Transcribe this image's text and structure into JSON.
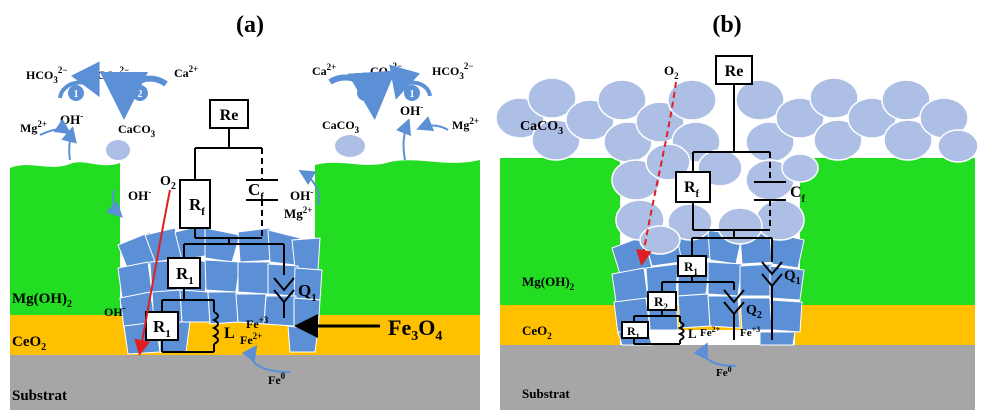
{
  "panel_a": {
    "title": "(a)",
    "hco3": "HCO",
    "co3": "CO",
    "ca": "Ca",
    "mg": "Mg",
    "oh": "OH",
    "caco3": "CaCO",
    "step1": "1",
    "step2": "2",
    "o2": "O",
    "re": "Re",
    "rf": "R",
    "cf": "C",
    "r1": "R",
    "q1": "Q",
    "l": "L",
    "fe3": "Fe",
    "fe2": "Fe",
    "fe0": "Fe",
    "fe3o4": "Fe",
    "mgoh2": "Mg(OH)",
    "ceo2": "CeO",
    "substrat": "Substrat"
  },
  "panel_b": {
    "title": "(b)",
    "o2": "O",
    "re": "Re",
    "caco3": "CaCO",
    "rf": "R",
    "cf": "C",
    "r1": "R",
    "r2": "R",
    "q1": "Q",
    "q2": "Q",
    "l": "L",
    "fe2": "Fe",
    "fe3": "Fe",
    "fe0": "Fe",
    "mgoh2": "Mg(OH)",
    "ceo2": "CeO",
    "substrat": "Substrat"
  },
  "colors": {
    "green": "#22dd22",
    "yellow": "#ffc000",
    "grey": "#a6a6a6",
    "flake": "#5b8fd6",
    "caco3": "#aebfe6",
    "arrow": "#5b8fd6",
    "red": "#e02020"
  }
}
